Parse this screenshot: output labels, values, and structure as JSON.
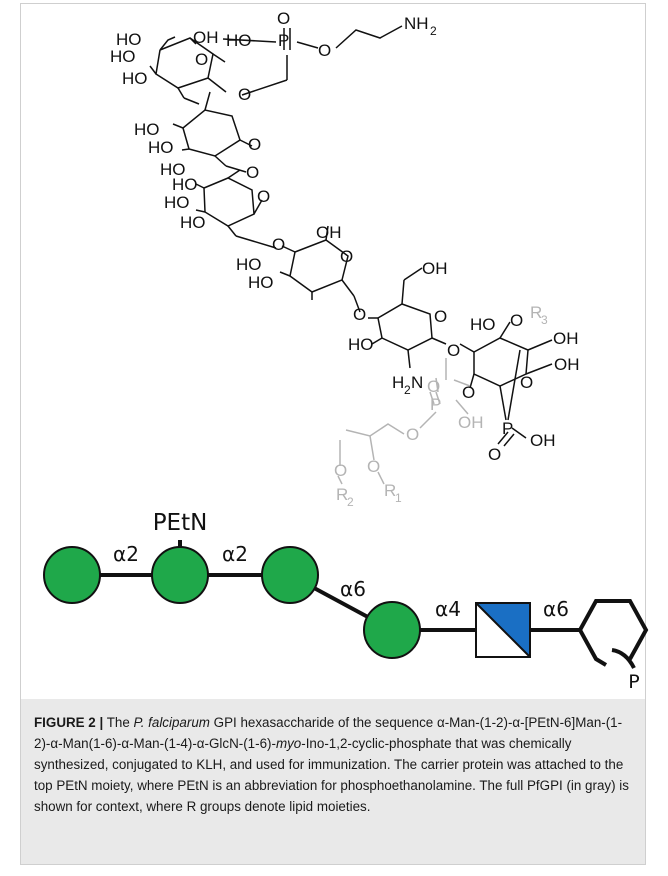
{
  "structure": {
    "atoms": {
      "ho_a": "HO",
      "oh_a": "OH",
      "ho_b": "HO",
      "ho_c": "HO",
      "ho_p": "HO",
      "p_top": "P",
      "o_ptop_dbl": "O",
      "o_ptop_link": "O",
      "nh2": "NH",
      "nh2_sub": "2",
      "o_ring1": "O",
      "o_link1": "O",
      "ho_d": "HO",
      "ho_e": "HO",
      "ho_f": "HO",
      "o_ring2": "O",
      "o_link2": "O",
      "ho_g": "HO",
      "ho_h": "HO",
      "ho_i": "HO",
      "o_ring3": "O",
      "o_link3": "O",
      "oh_j": "OH",
      "o_ring4": "O",
      "ho_k": "HO",
      "ho_l": "HO",
      "o_link4": "O",
      "oh_m": "OH",
      "o_ring5": "O",
      "ho_n": "HO",
      "h2n": "H",
      "h2n_sub": "2",
      "h2n_n": "N",
      "o_link5": "O",
      "ho_o": "HO",
      "o_r3": "O",
      "r3": "R",
      "r3_sub": "3",
      "oh_q": "OH",
      "oh_r": "OH",
      "o_ino1": "O",
      "o_ino2": "O",
      "p_gray": "P",
      "o_gray_dbl": "O",
      "oh_gray": "OH",
      "o_gray_link": "O",
      "p_cyc": "P",
      "o_cyc_dbl": "O",
      "oh_cyc": "OH",
      "o_r2": "O",
      "r2": "R",
      "r2_sub": "2",
      "o_r1": "O",
      "r1": "R",
      "r1_sub": "1"
    }
  },
  "schematic": {
    "pet_label": "PEtN",
    "links": {
      "l1": "α2",
      "l2": "α2",
      "l3": "α6",
      "l4": "α4",
      "l5": "α6"
    },
    "phosphate_label": "P",
    "colors": {
      "mannose": "#1fa84a",
      "glcn": "#1a6fc4",
      "ink": "#111111",
      "gray_lipid": "#b4b4b4"
    }
  },
  "caption": {
    "label": "FIGURE 2 |",
    "t1": " The ",
    "t2": "P. falciparum",
    "t3": " GPI hexasaccharide of the sequence α-Man-(1-2)-α-[PEtN-6]Man-(1-2)-α-Man(1-6)-α-Man-(1-4)-α-GlcN-(1-6)-",
    "t4": "myo",
    "t5": "-Ino-1,2-cyclic-phosphate that was chemically synthesized, conjugated to KLH, and used for immunization. The carrier protein was attached to the top PEtN moiety, where PEtN is an abbreviation for phosphoethanolamine. The full PfGPI (in gray) is shown for context, where R groups denote lipid moieties."
  }
}
